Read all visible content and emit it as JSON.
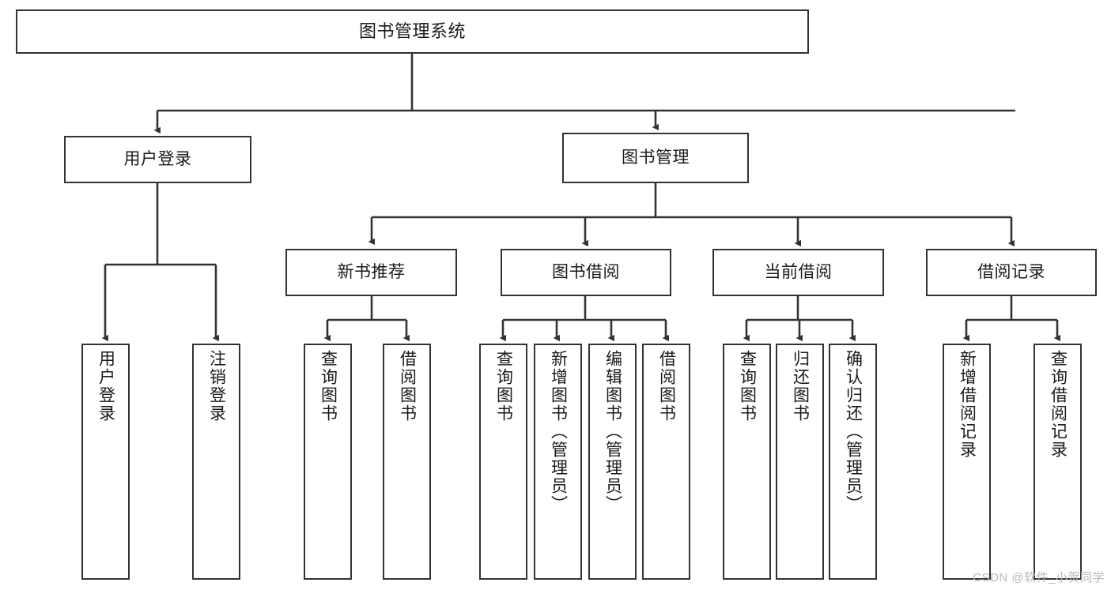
{
  "diagram": {
    "type": "tree-hierarchy",
    "title": "图书管理系统",
    "levels": 4,
    "nodes": {
      "root": {
        "label": "图书管理系统",
        "orientation": "horizontal"
      },
      "l2": [
        {
          "id": "user-login",
          "label": "用户登录",
          "orientation": "horizontal"
        },
        {
          "id": "book-management",
          "label": "图书管理",
          "orientation": "horizontal"
        }
      ],
      "l3": [
        {
          "id": "new-book-recommend",
          "label": "新书推荐",
          "orientation": "horizontal"
        },
        {
          "id": "book-borrow",
          "label": "图书借阅",
          "orientation": "horizontal"
        },
        {
          "id": "current-borrow",
          "label": "当前借阅",
          "orientation": "horizontal"
        },
        {
          "id": "borrow-record",
          "label": "借阅记录",
          "orientation": "horizontal"
        }
      ],
      "l4": [
        {
          "id": "leaf-user-login",
          "label": "用户登录",
          "parent": "user-login",
          "orientation": "vertical"
        },
        {
          "id": "leaf-logout-login",
          "label": "注销登录",
          "parent": "user-login",
          "orientation": "vertical"
        },
        {
          "id": "leaf-query-book-1",
          "label": "查询图书",
          "parent": "new-book-recommend",
          "orientation": "vertical"
        },
        {
          "id": "leaf-borrow-book-1",
          "label": "借阅图书",
          "parent": "new-book-recommend",
          "orientation": "vertical"
        },
        {
          "id": "leaf-query-book-2",
          "label": "查询图书",
          "parent": "book-borrow",
          "orientation": "vertical"
        },
        {
          "id": "leaf-add-book",
          "label": "新增图书（管理员）",
          "parent": "book-borrow",
          "orientation": "vertical"
        },
        {
          "id": "leaf-edit-book",
          "label": "编辑图书（管理员）",
          "parent": "book-borrow",
          "orientation": "vertical"
        },
        {
          "id": "leaf-borrow-book-2",
          "label": "借阅图书",
          "parent": "book-borrow",
          "orientation": "vertical"
        },
        {
          "id": "leaf-query-book-3",
          "label": "查询图书",
          "parent": "current-borrow",
          "orientation": "vertical"
        },
        {
          "id": "leaf-return-book",
          "label": "归还图书",
          "parent": "current-borrow",
          "orientation": "vertical"
        },
        {
          "id": "leaf-confirm-return",
          "label": "确认归还（管理员）",
          "parent": "current-borrow",
          "orientation": "vertical"
        },
        {
          "id": "leaf-add-record",
          "label": "新增借阅记录",
          "parent": "borrow-record",
          "orientation": "vertical"
        },
        {
          "id": "leaf-query-record",
          "label": "查询借阅记录",
          "parent": "borrow-record",
          "orientation": "vertical"
        }
      ]
    },
    "colors": {
      "border": "#333333",
      "fill": "#ffffff",
      "text": "#1a1a1a",
      "connector": "#333333",
      "watermark": "#b9b9b9"
    }
  },
  "watermark": {
    "text": "CSDN @软件_小贺同学"
  }
}
